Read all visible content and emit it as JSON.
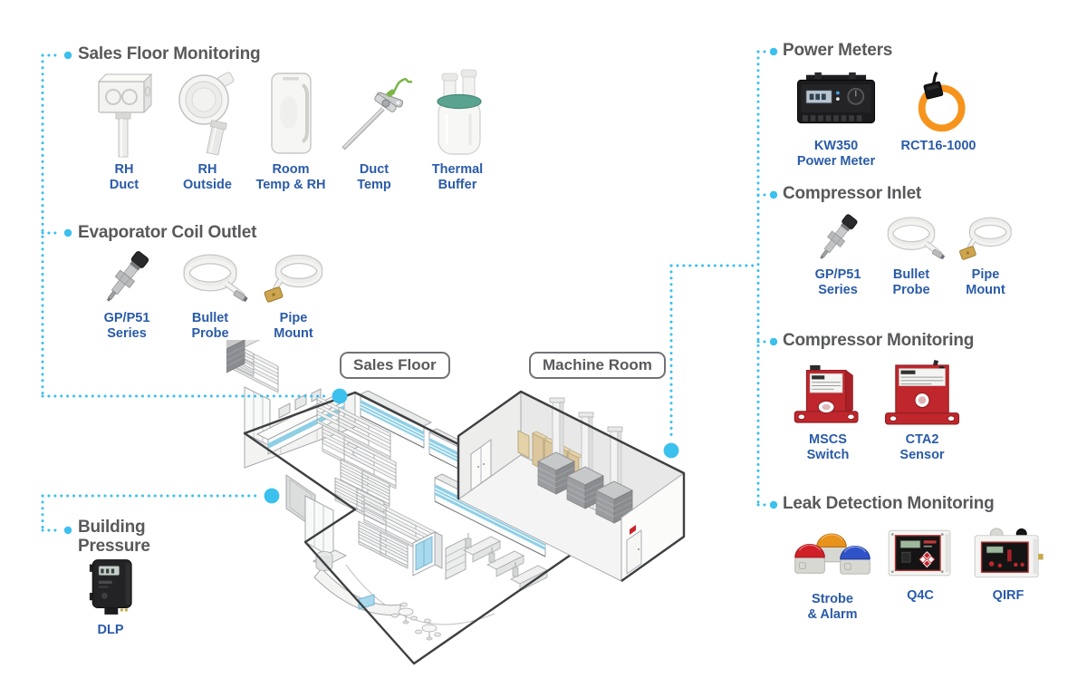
{
  "colors": {
    "accent_cyan": "#3cc0ed",
    "label_blue": "#2a5ba8",
    "header_gray": "#58595b",
    "case_stripe_blue": "#8ecfe6",
    "device_red": "#bf272c",
    "coil_orange": "#f7941d",
    "wood_tan": "#dcc69e"
  },
  "floorplan": {
    "sales_floor_badge": "Sales Floor",
    "machine_room_badge": "Machine Room"
  },
  "sections": [
    {
      "id": "sales-floor-monitoring",
      "title": "Sales Floor Monitoring",
      "items": [
        {
          "id": "rh-duct",
          "label": "RH\nDuct"
        },
        {
          "id": "rh-outside",
          "label": "RH\nOutside"
        },
        {
          "id": "room-temp-rh",
          "label": "Room\nTemp & RH"
        },
        {
          "id": "duct-temp",
          "label": "Duct\nTemp"
        },
        {
          "id": "thermal-buffer",
          "label": "Thermal\nBuffer"
        }
      ]
    },
    {
      "id": "evaporator-coil-outlet",
      "title": "Evaporator Coil Outlet",
      "items": [
        {
          "id": "gp-p51-series",
          "label": "GP/P51\nSeries"
        },
        {
          "id": "bullet-probe",
          "label": "Bullet\nProbe"
        },
        {
          "id": "pipe-mount",
          "label": "Pipe\nMount"
        }
      ]
    },
    {
      "id": "building-pressure",
      "title": "Building\nPressure",
      "items": [
        {
          "id": "dlp",
          "label": "DLP"
        }
      ]
    },
    {
      "id": "power-meters",
      "title": "Power Meters",
      "items": [
        {
          "id": "kw350",
          "label": "KW350\nPower Meter"
        },
        {
          "id": "rct16-1000",
          "label": "RCT16-1000"
        }
      ]
    },
    {
      "id": "compressor-inlet",
      "title": "Compressor Inlet",
      "items": [
        {
          "id": "gp-p51-series",
          "label": "GP/P51\nSeries"
        },
        {
          "id": "bullet-probe",
          "label": "Bullet\nProbe"
        },
        {
          "id": "pipe-mount",
          "label": "Pipe\nMount"
        }
      ]
    },
    {
      "id": "compressor-monitoring",
      "title": "Compressor Monitoring",
      "items": [
        {
          "id": "mscs-switch",
          "label": "MSCS\nSwitch"
        },
        {
          "id": "cta2-sensor",
          "label": "CTA2\nSensor"
        }
      ]
    },
    {
      "id": "leak-detection-monitoring",
      "title": "Leak Detection Monitoring",
      "items": [
        {
          "id": "strobe-alarm",
          "label": "Strobe\n& Alarm"
        },
        {
          "id": "q4c",
          "label": "Q4C"
        },
        {
          "id": "qirf",
          "label": "QIRF"
        }
      ]
    }
  ]
}
